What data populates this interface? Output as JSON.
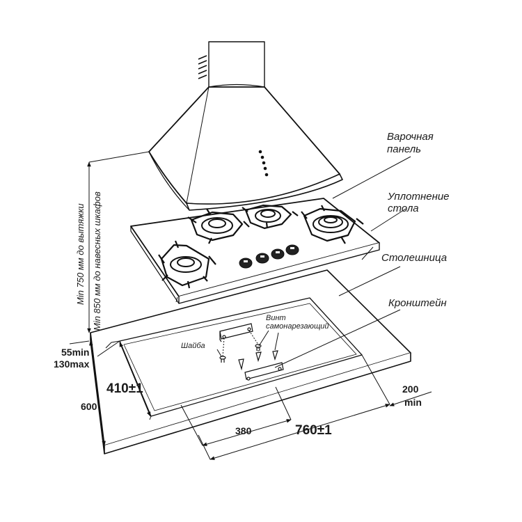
{
  "labels": {
    "hob": [
      "Варочная",
      "панель"
    ],
    "seal": [
      "Уплотнение",
      "стола"
    ],
    "countertop": "Столешница",
    "bracket": "Кронштейн",
    "screw": [
      "Винт",
      "самонарезающий"
    ],
    "washer": "Шайба"
  },
  "vertical": {
    "hood_min": "Min 750 мм до вытяжки",
    "cabinet_min": "Min 850 мм до навесных шкафов"
  },
  "dimensions": {
    "edge_gap": [
      "55min",
      "130max"
    ],
    "cut_depth": "410±1",
    "depth": "600",
    "half_width": "380",
    "cut_width": "760±1",
    "side_gap": [
      "200",
      "min"
    ]
  }
}
